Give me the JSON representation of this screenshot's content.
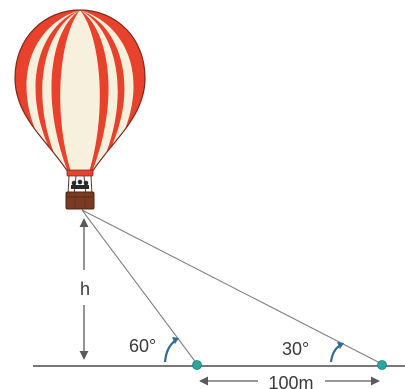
{
  "diagram": {
    "height_label": "h",
    "angle_near_label": "60°",
    "angle_far_label": "30°",
    "distance_label": "100m"
  },
  "colors": {
    "balloon_red": "#e8412c",
    "balloon_cream": "#f6f0dc",
    "balloon_outline": "#7a2a1c",
    "basket_brown": "#7a3b22",
    "sight_line": "#7f7f7f",
    "ground_line": "#4a4a4a",
    "arrow": "#5a5a5a",
    "angle_arc": "#2f6b93",
    "observer_point": "#2aa6a0"
  }
}
